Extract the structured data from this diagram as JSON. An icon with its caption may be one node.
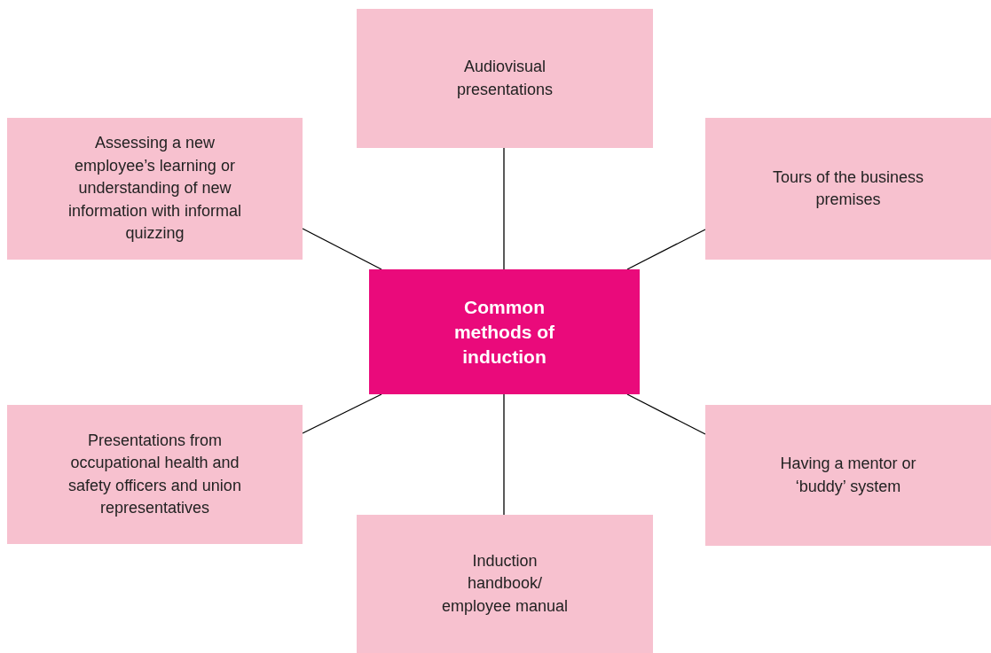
{
  "diagram": {
    "nodes": [
      {
        "text": [
          "Audiovisual presentations"
        ]
      },
      {
        "text": [
          "Assessing a new employee’s learning or understanding of new information with informal quizzing"
        ]
      },
      {
        "text": [
          "Tours of the business premises"
        ]
      },
      {
        "text": [
          "Common methods of induction"
        ]
      },
      {
        "text": [
          "Presentations from occupational health and safety officers and union representatives"
        ]
      },
      {
        "text": [
          "Having a mentor or ‘buddy’ system"
        ]
      },
      {
        "text": [
          "Induction handbook/ employee manual"
        ]
      }
    ],
    "edges": [
      {
        "from": 3,
        "to": 0,
        "arrow": "none"
      },
      {
        "from": 3,
        "to": 1,
        "arrow": "none"
      },
      {
        "from": 3,
        "to": 2,
        "arrow": "none"
      },
      {
        "from": 3,
        "to": 4,
        "arrow": "none"
      },
      {
        "from": 3,
        "to": 5,
        "arrow": "none"
      },
      {
        "from": 3,
        "to": 6,
        "arrow": "none"
      }
    ]
  }
}
